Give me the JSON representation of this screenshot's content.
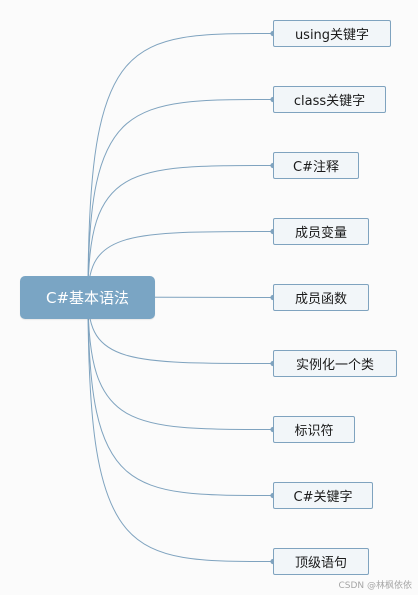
{
  "root": {
    "label": "C#基本语法"
  },
  "children": [
    {
      "label": "using关键字"
    },
    {
      "label": "class关键字"
    },
    {
      "label": "C#注释"
    },
    {
      "label": "成员变量"
    },
    {
      "label": "成员函数"
    },
    {
      "label": "实例化一个类"
    },
    {
      "label": "标识符"
    },
    {
      "label": "C#关键字"
    },
    {
      "label": "顶级语句"
    }
  ],
  "watermark": "CSDN @林枫依依",
  "colors": {
    "root_fill": "#7aa5c4",
    "connector": "#7fa3bf",
    "node_border": "#7fa3bf",
    "node_fill": "#f2f6f9"
  }
}
